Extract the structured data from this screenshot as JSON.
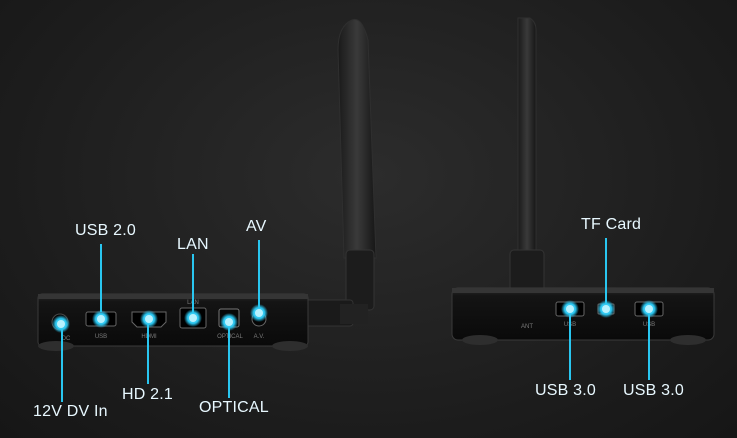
{
  "left_device": {
    "callouts": {
      "usb_2_0": "USB 2.0",
      "lan": "LAN",
      "av": "AV",
      "dc_in": "12V DV In",
      "hd": "HD 2.1",
      "optical": "OPTICAL"
    },
    "port_prints": {
      "dc": "DC",
      "usb": "USB",
      "hdmi": "HDMI",
      "lan": "LAN",
      "optical": "OPTICAL",
      "av": "A.V."
    }
  },
  "right_device": {
    "callouts": {
      "tf_card": "TF Card",
      "usb_3_0_left": "USB 3.0",
      "usb_3_0_right": "USB 3.0"
    },
    "port_prints": {
      "ant": "ANT",
      "usb_left": "USB",
      "usb_right": "USB"
    }
  },
  "colors": {
    "background": "#1e1e1e",
    "device_body": "#0f0f0f",
    "accent": "#29c6f0",
    "label_text": "#e8f8ff"
  }
}
